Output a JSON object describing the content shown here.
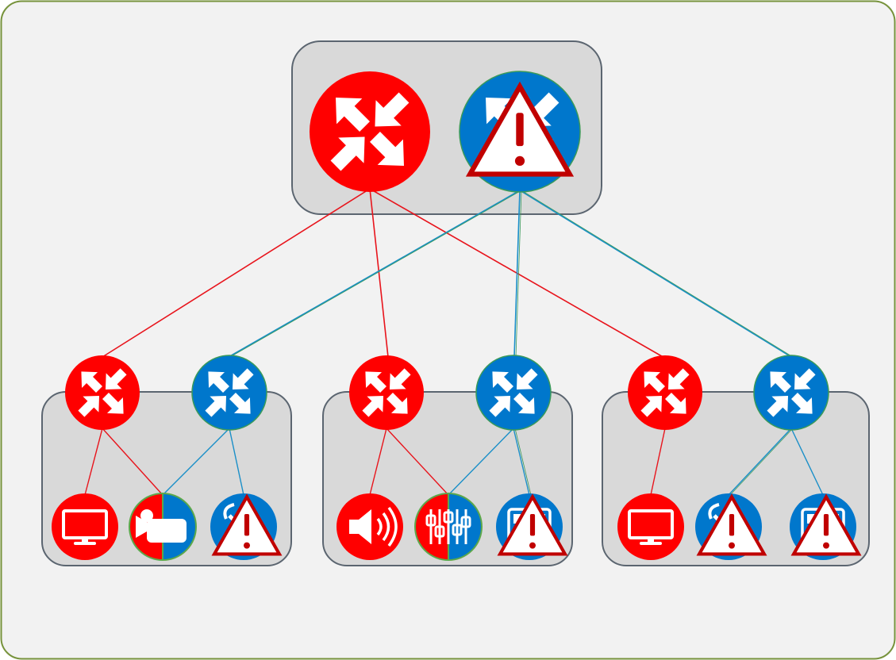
{
  "colors": {
    "red": "#ff0000",
    "blue": "#0077cc",
    "background": "#f2f2f2",
    "outer_border": "#77933c",
    "group_fill": "#d9d9d9",
    "group_border": "#5b6570",
    "link_red": "#e8141c",
    "link_blue": "#1a8fc8",
    "warning_fill": "#ffffff",
    "warning_border": "#c00000"
  },
  "core": {
    "switch_a": {
      "side": "red",
      "icon": "network-switch-icon",
      "status": "ok"
    },
    "switch_b": {
      "side": "blue",
      "icon": "network-switch-icon",
      "status": "warning"
    }
  },
  "access_groups": [
    {
      "switch_a": {
        "side": "red",
        "icon": "network-switch-icon",
        "status": "ok"
      },
      "switch_b": {
        "side": "blue",
        "icon": "network-switch-icon",
        "status": "ok"
      },
      "devices": [
        {
          "icon": "display-monitor-icon",
          "connection": "red",
          "status": "ok"
        },
        {
          "icon": "video-camera-icon",
          "connection": "dual",
          "status": "ok"
        },
        {
          "icon": "microphone-icon",
          "connection": "blue",
          "status": "warning"
        }
      ]
    },
    {
      "switch_a": {
        "side": "red",
        "icon": "network-switch-icon",
        "status": "ok"
      },
      "switch_b": {
        "side": "blue",
        "icon": "network-switch-icon",
        "status": "ok"
      },
      "devices": [
        {
          "icon": "speaker-icon",
          "connection": "red",
          "status": "ok"
        },
        {
          "icon": "audio-mixer-icon",
          "connection": "dual",
          "status": "ok"
        },
        {
          "icon": "touch-panel-icon",
          "connection": "blue",
          "status": "warning"
        }
      ]
    },
    {
      "switch_a": {
        "side": "red",
        "icon": "network-switch-icon",
        "status": "ok"
      },
      "switch_b": {
        "side": "blue",
        "icon": "network-switch-icon",
        "status": "ok"
      },
      "devices": [
        {
          "icon": "display-monitor-icon",
          "connection": "red",
          "status": "ok"
        },
        {
          "icon": "microphone-icon",
          "connection": "blue",
          "status": "warning"
        },
        {
          "icon": "touch-panel-icon",
          "connection": "blue",
          "status": "warning"
        }
      ]
    }
  ]
}
